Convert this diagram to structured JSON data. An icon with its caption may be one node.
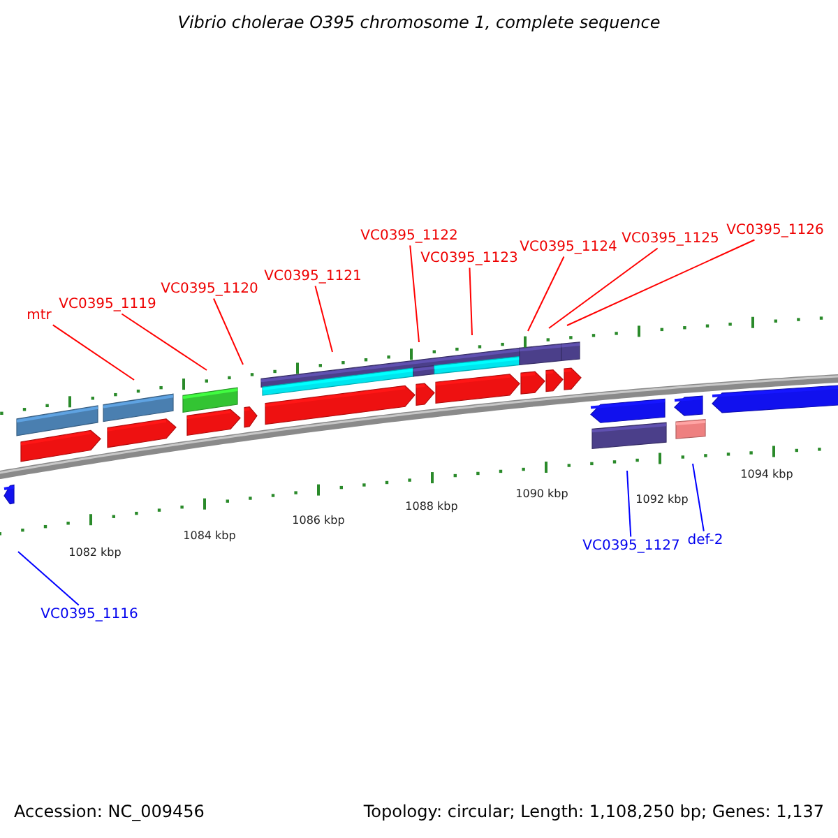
{
  "diagram": {
    "title": "Vibrio cholerae O395 chromosome 1, complete sequence",
    "nodes": [
      {
        "text": [
          "mtr"
        ]
      },
      {
        "text": [
          "VC0395_1119"
        ]
      },
      {
        "text": [
          "VC0395_1120"
        ]
      },
      {
        "text": [
          "VC0395_1121"
        ]
      },
      {
        "text": [
          "VC0395_1122"
        ]
      },
      {
        "text": [
          "VC0395_1123"
        ]
      },
      {
        "text": [
          "VC0395_1124"
        ]
      },
      {
        "text": [
          "VC0395_1125"
        ]
      },
      {
        "text": [
          "VC0395_1126"
        ]
      },
      {
        "text": [
          "VC0395_1127"
        ]
      },
      {
        "text": [
          "def-2"
        ]
      },
      {
        "text": [
          "VC0395_1116"
        ]
      }
    ],
    "edges": [
      {
        "from": 0,
        "to": null,
        "arrow": "none"
      },
      {
        "from": 1,
        "to": null,
        "arrow": "none"
      },
      {
        "from": 2,
        "to": null,
        "arrow": "none"
      },
      {
        "from": 3,
        "to": null,
        "arrow": "none"
      },
      {
        "from": 4,
        "to": null,
        "arrow": "none"
      },
      {
        "from": 5,
        "to": null,
        "arrow": "none"
      },
      {
        "from": 6,
        "to": null,
        "arrow": "none"
      },
      {
        "from": 7,
        "to": null,
        "arrow": "none"
      },
      {
        "from": 8,
        "to": null,
        "arrow": "none"
      },
      {
        "from": 9,
        "to": null,
        "arrow": "none",
        "color": "#0000ff"
      },
      {
        "from": 10,
        "to": null,
        "arrow": "none",
        "color": "#0000ff"
      },
      {
        "from": 11,
        "to": null,
        "arrow": "none",
        "color": "#0000ff"
      }
    ],
    "labels": [
      "1082 kbp",
      "1084 kbp",
      "1086 kbp",
      "1088 kbp",
      "1090 kbp",
      "1092 kbp",
      "1094 kbp",
      "Accession: NC_009456",
      "Topology: circular; Length: 1,108,250 bp; Genes: 1,137"
    ]
  }
}
